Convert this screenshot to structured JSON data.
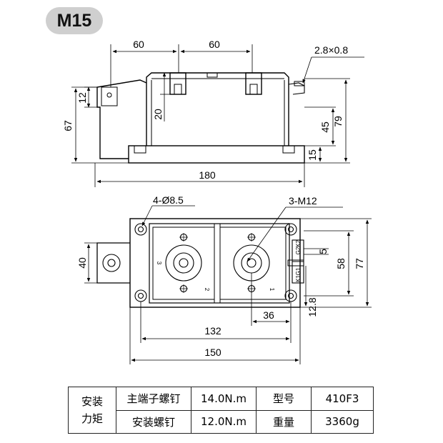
{
  "model_badge": "M15",
  "side_view": {
    "dims": {
      "top_left_spacing": "60",
      "top_right_spacing": "60",
      "terminal_tab": "2.8×0.8",
      "terminal_height": "12",
      "overall_left_height": "67",
      "terminal_depth": "20",
      "base_to_tab": "45",
      "overall_right_height": "79",
      "base_thickness": "15",
      "overall_length": "180"
    }
  },
  "top_view": {
    "labels": {
      "mount_holes": "4-Ø8.5",
      "main_screws": "3-M12",
      "tab_width": "40",
      "pin_gap": "5",
      "inner_height": "58",
      "outer_height": "77",
      "pin_offset": "12.8",
      "hole_offset": "36",
      "hole_spacing": "132",
      "overall_width": "150",
      "terminal_3": "3",
      "terminal_2": "2",
      "terminal_1": "1",
      "pin_g2": "G2",
      "pin_k2": "K2",
      "pin_k1": "K1",
      "pin_g1": "G1"
    }
  },
  "spec_table": {
    "group_label_line1": "安装",
    "group_label_line2": "力矩",
    "row1": {
      "item": "主端子螺钉",
      "value": "14.0N.m",
      "key": "型号",
      "key_value": "410F3"
    },
    "row2": {
      "item": "安装螺钉",
      "value": "12.0N.m",
      "key": "重量",
      "key_value": "3360g"
    }
  }
}
